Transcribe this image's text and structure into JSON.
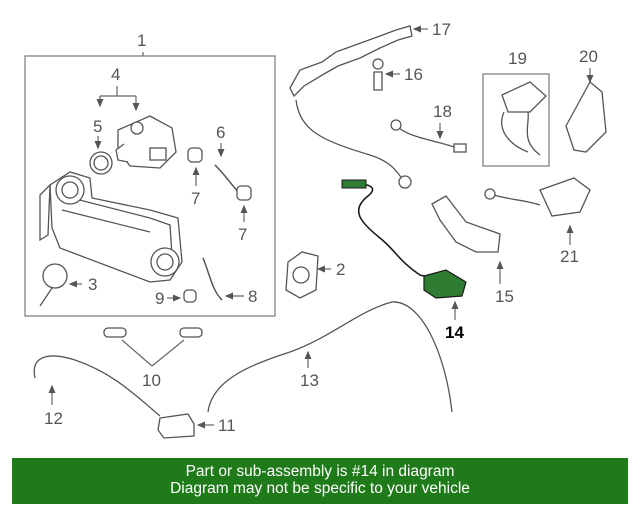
{
  "callouts": {
    "c1": "1",
    "c2": "2",
    "c3": "3",
    "c4": "4",
    "c5": "5",
    "c6": "6",
    "c7a": "7",
    "c7b": "7",
    "c8": "8",
    "c9": "9",
    "c10": "10",
    "c11": "11",
    "c12": "12",
    "c13": "13",
    "c14": "14",
    "c15": "15",
    "c16": "16",
    "c17": "17",
    "c18": "18",
    "c19": "19",
    "c20": "20",
    "c21": "21"
  },
  "highlight_color": "#2e7d32",
  "banner": {
    "line1": "Part or sub-assembly is #14 in diagram",
    "line2": "Diagram may not be specific to your vehicle",
    "background": "#1f7a1a"
  }
}
